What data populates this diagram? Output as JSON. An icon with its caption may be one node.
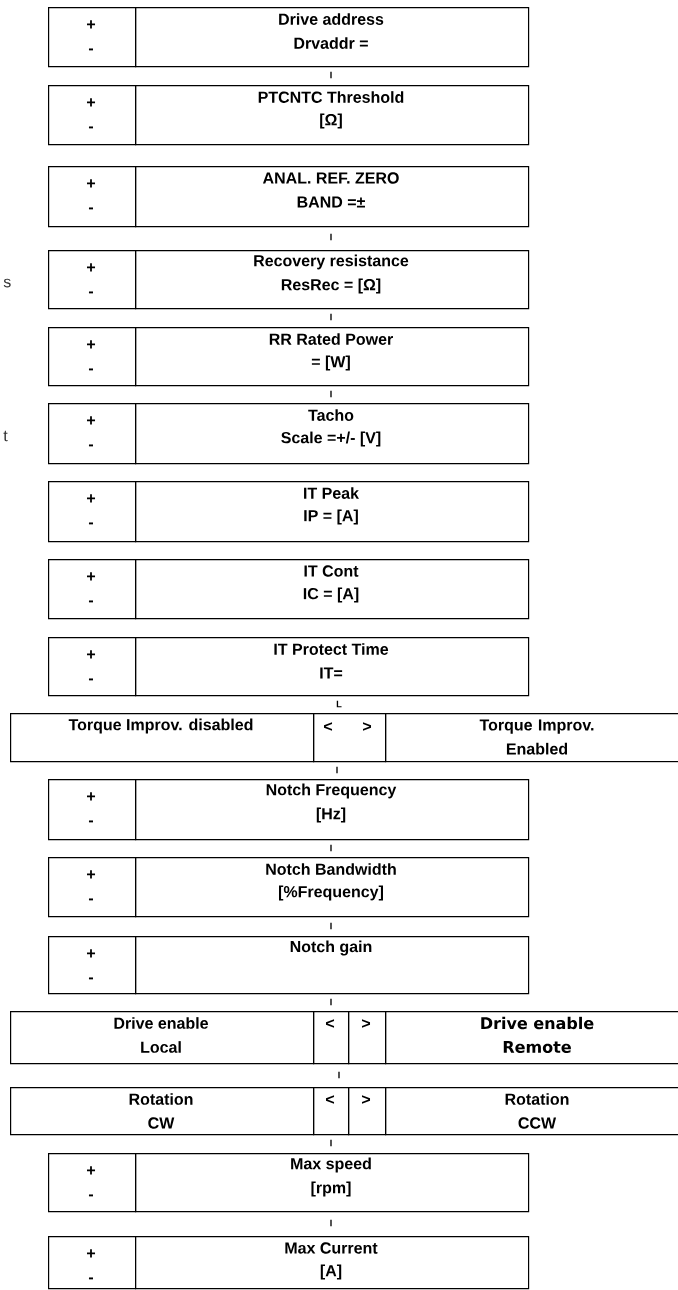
{
  "diagram": {
    "nodes": [
      {
        "text": [
          "+",
          "-"
        ]
      },
      {
        "text": [
          "Drive address",
          "Drvaddr ="
        ]
      },
      {
        "text": [
          "+",
          "-"
        ]
      },
      {
        "text": [
          "PTCNTC Threshold",
          "[Ω]"
        ]
      },
      {
        "text": [
          "+",
          "-"
        ]
      },
      {
        "text": [
          "ANAL. REF. ZERO",
          "BAND =±"
        ]
      },
      {
        "text": [
          "+",
          "-"
        ]
      },
      {
        "text": [
          "Recovery resistance",
          "ResRec = [Ω]"
        ]
      },
      {
        "text": [
          "+",
          "-"
        ]
      },
      {
        "text": [
          "RR Rated Power",
          "= [W]"
        ]
      },
      {
        "text": [
          "+",
          "-"
        ]
      },
      {
        "text": [
          "Tacho",
          "Scale =+/- [V]"
        ]
      },
      {
        "text": [
          "+",
          "-"
        ]
      },
      {
        "text": [
          "IT Peak",
          "IP = [A]"
        ]
      },
      {
        "text": [
          "+",
          "-"
        ]
      },
      {
        "text": [
          "IT Cont",
          "IC = [A]"
        ]
      },
      {
        "text": [
          "+",
          "-"
        ]
      },
      {
        "text": [
          "IT Protect Time",
          "IT="
        ]
      },
      {
        "text": [
          "Torque Improv. disabled"
        ]
      },
      {
        "text": [
          "<",
          ">"
        ]
      },
      {
        "text": [
          "Torque Improv. Enabled"
        ]
      },
      {
        "text": [
          "+",
          "-"
        ]
      },
      {
        "text": [
          "Notch Frequency",
          "[Hz]"
        ]
      },
      {
        "text": [
          "+",
          "-"
        ]
      },
      {
        "text": [
          "Notch Bandwidth",
          "[%Frequency]"
        ]
      },
      {
        "text": [
          "+",
          "-"
        ]
      },
      {
        "text": [
          "Notch gain"
        ]
      },
      {
        "text": [
          "Drive enable",
          "Local"
        ]
      },
      {
        "text": [
          "<"
        ]
      },
      {
        "text": [
          ">"
        ]
      },
      {
        "text": [
          "Drive enable",
          "Remote"
        ]
      },
      {
        "text": [
          "Rotation",
          "CW"
        ]
      },
      {
        "text": [
          "<"
        ]
      },
      {
        "text": [
          ">"
        ]
      },
      {
        "text": [
          "Rotation",
          "CCW"
        ]
      },
      {
        "text": [
          "+",
          "-"
        ]
      },
      {
        "text": [
          "Max speed",
          "[rpm]"
        ]
      },
      {
        "text": [
          "+",
          "-"
        ]
      },
      {
        "text": [
          "Max Current",
          "[A]"
        ]
      }
    ],
    "labels": [
      "I",
      "I",
      "s",
      "I",
      "I",
      "t",
      "L",
      "I",
      "I",
      "I",
      "I",
      "I",
      "I",
      "I"
    ]
  }
}
